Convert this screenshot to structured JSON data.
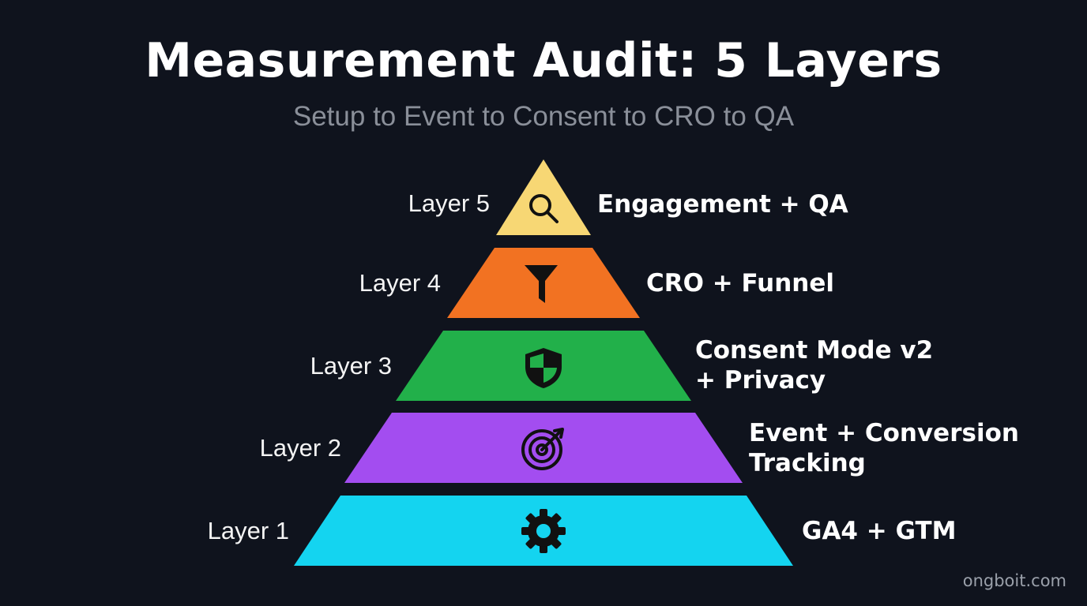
{
  "title": "Measurement Audit: 5 Layers",
  "subtitle": "Setup to Event to Consent to CRO to QA",
  "layers": [
    {
      "label": "Layer 5",
      "description_lines": [
        "Engagement + QA"
      ],
      "color": "#f7d774",
      "icon": "magnifier-icon"
    },
    {
      "label": "Layer 4",
      "description_lines": [
        "CRO + Funnel"
      ],
      "color": "#f27222",
      "icon": "funnel-icon"
    },
    {
      "label": "Layer 3",
      "description_lines": [
        "Consent Mode v2",
        "+ Privacy"
      ],
      "color": "#22b04a",
      "icon": "shield-icon"
    },
    {
      "label": "Layer 2",
      "description_lines": [
        "Event + Conversion",
        "Tracking"
      ],
      "color": "#a34df0",
      "icon": "target-icon"
    },
    {
      "label": "Layer 1",
      "description_lines": [
        "GA4 + GTM"
      ],
      "color": "#14d4f0",
      "icon": "gear-icon"
    }
  ],
  "watermark": "ongboit.com"
}
